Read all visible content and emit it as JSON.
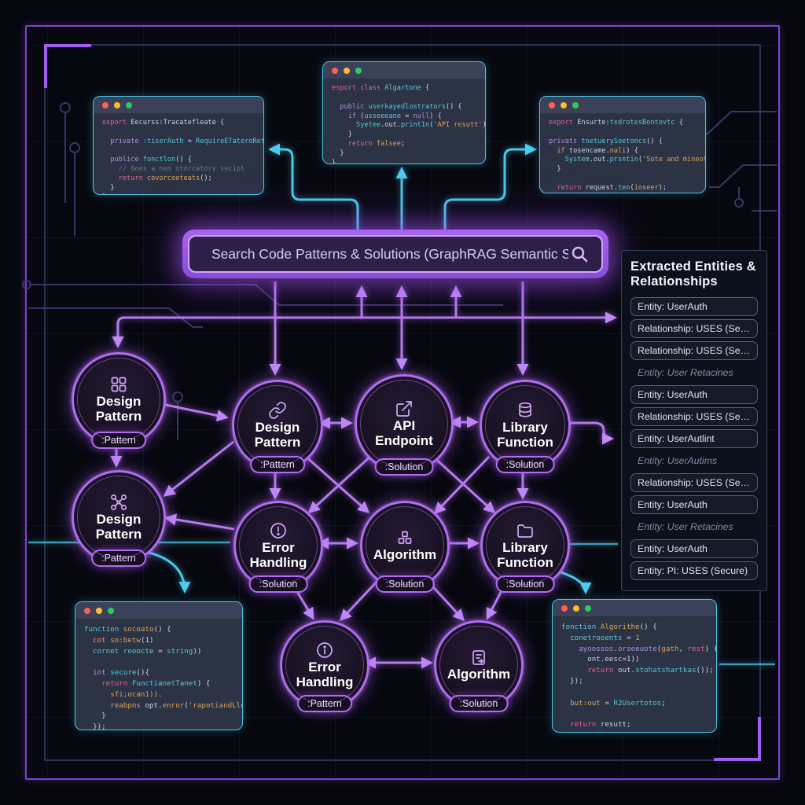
{
  "colors": {
    "accent_purple": "#a855f7",
    "accent_cyan": "#49c7e8",
    "node_ring": "#b16cf2",
    "search_glow": "#8a4cd8"
  },
  "search": {
    "placeholder": "Search Code Patterns & Solutions (GraphRAG Semantic Search)...",
    "icon": "search"
  },
  "panel": {
    "title": "Extracted Entities & Relationships",
    "items": [
      {
        "label": "Entity: UserAuth",
        "boxed": true
      },
      {
        "label": "Relationship: USES (Secure)",
        "boxed": true
      },
      {
        "label": "Relationship: USES (Secure)",
        "boxed": true
      },
      {
        "label": "Entity: User Retacines",
        "boxed": false
      },
      {
        "label": "Entity: UserAuth",
        "boxed": true
      },
      {
        "label": "Relationship: USES (Secure)",
        "boxed": true
      },
      {
        "label": "Entity: UserAutlint",
        "boxed": true
      },
      {
        "label": "Entity: UserAutims",
        "boxed": false
      },
      {
        "label": "Relationship: USES (Secure)",
        "boxed": true
      },
      {
        "label": "Entity: UserAuth",
        "boxed": true
      },
      {
        "label": "Entity: User Retacines",
        "boxed": false
      },
      {
        "label": "Entity: UserAuth",
        "boxed": true
      },
      {
        "label": "Entity: PI: USES (Secure)",
        "boxed": true
      }
    ]
  },
  "nodes": [
    {
      "id": "dp1",
      "label": "Design Pattern",
      "badge": ":Pattern",
      "icon": "grid"
    },
    {
      "id": "dp2",
      "label": "Design Pattern",
      "badge": ":Pattern",
      "icon": "network"
    },
    {
      "id": "dp3",
      "label": "Design Pattern",
      "badge": ":Pattern",
      "icon": "chain-link"
    },
    {
      "id": "api",
      "label": "API Endpoint",
      "badge": ":Solution",
      "icon": "external-link"
    },
    {
      "id": "lf1",
      "label": "Library Function",
      "badge": ":Solution",
      "icon": "database"
    },
    {
      "id": "eh1",
      "label": "Error Handling",
      "badge": ":Solution",
      "icon": "alert-circle"
    },
    {
      "id": "alg1",
      "label": "Algorithm",
      "badge": ":Solution",
      "icon": "cubes"
    },
    {
      "id": "lf2",
      "label": "Library Function",
      "badge": ":Solution",
      "icon": "folder"
    },
    {
      "id": "eh2",
      "label": "Error Handling",
      "badge": ":Pattern",
      "icon": "info-circle"
    },
    {
      "id": "alg2",
      "label": "Algorithm",
      "badge": ":Solution",
      "icon": "flowchart"
    }
  ],
  "code_windows": {
    "top_left": {
      "lines": [
        [
          [
            "k",
            "export "
          ],
          [
            "w",
            "Eecurss:Tracatefleate {"
          ]
        ],
        [],
        [
          [
            "w",
            "  "
          ],
          [
            "p",
            "private "
          ],
          [
            "f",
            ":tiserAuth"
          ],
          [
            "w",
            " = "
          ],
          [
            "f",
            "RequireETateroRetBy"
          ],
          [
            "w",
            ";"
          ]
        ],
        [],
        [
          [
            "w",
            "  "
          ],
          [
            "p",
            "publice "
          ],
          [
            "f",
            "fonctlon"
          ],
          [
            "w",
            "() {"
          ]
        ],
        [
          [
            "c",
            "    // 6oes a nen otorcatorv secipt"
          ]
        ],
        [
          [
            "w",
            "    "
          ],
          [
            "k",
            "return "
          ],
          [
            "o",
            "covorceeteats"
          ],
          [
            "w",
            "();"
          ]
        ],
        [
          [
            "w",
            "  }"
          ]
        ],
        [
          [
            "w",
            "}"
          ]
        ]
      ]
    },
    "top_center": {
      "lines": [
        [
          [
            "k",
            "esport class "
          ],
          [
            "f",
            "Algartone"
          ],
          [
            "w",
            " {"
          ]
        ],
        [],
        [
          [
            "w",
            "  "
          ],
          [
            "p",
            "public "
          ],
          [
            "f",
            "userkayedlostrators"
          ],
          [
            "w",
            "() {"
          ]
        ],
        [
          [
            "w",
            "    "
          ],
          [
            "p",
            "if "
          ],
          [
            "w",
            "("
          ],
          [
            "f",
            "usseeeane"
          ],
          [
            "w",
            " = "
          ],
          [
            "p",
            "null"
          ],
          [
            "w",
            ") {"
          ]
        ],
        [
          [
            "w",
            "      "
          ],
          [
            "f",
            "Syetee"
          ],
          [
            "w",
            ".out."
          ],
          [
            "f",
            "print1n"
          ],
          [
            "w",
            "("
          ],
          [
            "s",
            "'API resutt'"
          ],
          [
            "w",
            ");"
          ]
        ],
        [
          [
            "w",
            "    }"
          ]
        ],
        [
          [
            "w",
            "    "
          ],
          [
            "k",
            "return "
          ],
          [
            "o",
            "falsee"
          ],
          [
            "w",
            ";"
          ]
        ],
        [
          [
            "w",
            "  }"
          ]
        ],
        [
          [
            "w",
            "}"
          ]
        ]
      ]
    },
    "top_right": {
      "lines": [
        [
          [
            "k",
            "export "
          ],
          [
            "w",
            "Ensurte:"
          ],
          [
            "f",
            "txdrotesBontovtc"
          ],
          [
            "w",
            " {"
          ]
        ],
        [],
        [
          [
            "p",
            "privats "
          ],
          [
            "f",
            "tnetuerySoetoncs"
          ],
          [
            "w",
            "() {"
          ]
        ],
        [
          [
            "w",
            "  "
          ],
          [
            "o",
            "if "
          ],
          [
            "w",
            "tosencame."
          ],
          [
            "o",
            "nali"
          ],
          [
            "w",
            ") {"
          ]
        ],
        [
          [
            "w",
            "    "
          ],
          [
            "f",
            "System"
          ],
          [
            "w",
            ".out."
          ],
          [
            "f",
            "prsntin"
          ],
          [
            "w",
            "("
          ],
          [
            "s",
            "'Sote and mineot'"
          ],
          [
            "w",
            ");"
          ]
        ],
        [
          [
            "w",
            "  }"
          ]
        ],
        [],
        [
          [
            "w",
            "  "
          ],
          [
            "k",
            "return "
          ],
          [
            "w",
            "request."
          ],
          [
            "f",
            "teo"
          ],
          [
            "w",
            "("
          ],
          [
            "o",
            "ioseer"
          ],
          [
            "w",
            ");"
          ]
        ],
        [
          [
            "w",
            "}"
          ]
        ]
      ]
    },
    "bottom_left": {
      "lines": [
        [
          [
            "f",
            "function "
          ],
          [
            "o",
            "socoato"
          ],
          [
            "w",
            "() {"
          ]
        ],
        [
          [
            "w",
            "  "
          ],
          [
            "o",
            "cot so:betw"
          ],
          [
            "w",
            "(1)"
          ]
        ],
        [
          [
            "w",
            "  "
          ],
          [
            "f",
            "cornet reoocte"
          ],
          [
            "w",
            " = "
          ],
          [
            "f",
            "string"
          ],
          [
            "w",
            "))"
          ]
        ],
        [],
        [
          [
            "w",
            "  "
          ],
          [
            "p",
            "int "
          ],
          [
            "f",
            "secure"
          ],
          [
            "w",
            "(){"
          ]
        ],
        [
          [
            "w",
            "    "
          ],
          [
            "k",
            "return "
          ],
          [
            "f",
            "FunctianetTanet"
          ],
          [
            "w",
            ") {"
          ]
        ],
        [
          [
            "w",
            "      "
          ],
          [
            "o",
            "sfi;ocan1))."
          ]
        ],
        [
          [
            "w",
            "      "
          ],
          [
            "o",
            "reabpns "
          ],
          [
            "w",
            "opt."
          ],
          [
            "o",
            "enror"
          ],
          [
            "w",
            "("
          ],
          [
            "s",
            "'rapotiandLld'"
          ],
          [
            "w",
            ");"
          ]
        ],
        [
          [
            "w",
            "    }"
          ]
        ],
        [
          [
            "w",
            "  });"
          ]
        ],
        [
          [
            "w",
            "}"
          ]
        ]
      ]
    },
    "bottom_right": {
      "lines": [
        [
          [
            "f",
            "fonction "
          ],
          [
            "o",
            "Algorithe"
          ],
          [
            "w",
            "() {"
          ]
        ],
        [
          [
            "w",
            "  "
          ],
          [
            "f",
            "conetrooents"
          ],
          [
            "w",
            " = "
          ],
          [
            "o",
            "1"
          ]
        ],
        [
          [
            "w",
            "    "
          ],
          [
            "p",
            "ayoossos"
          ],
          [
            "w",
            "."
          ],
          [
            "p",
            "orseeuote"
          ],
          [
            "w",
            "("
          ],
          [
            "o",
            "gath"
          ],
          [
            "w",
            ", "
          ],
          [
            "k",
            "rest"
          ],
          [
            "w",
            ") {"
          ]
        ],
        [
          [
            "w",
            "      ont.eesc=1))"
          ]
        ],
        [
          [
            "w",
            "      "
          ],
          [
            "k",
            "return "
          ],
          [
            "w",
            "out."
          ],
          [
            "f",
            "stohatshartkas"
          ],
          [
            "w",
            "());"
          ]
        ],
        [
          [
            "w",
            "  });"
          ]
        ],
        [],
        [
          [
            "w",
            "  "
          ],
          [
            "o",
            "but:out"
          ],
          [
            "w",
            " = "
          ],
          [
            "f",
            "R2Usertotos"
          ],
          [
            "w",
            ";"
          ]
        ],
        [],
        [
          [
            "w",
            "  "
          ],
          [
            "k",
            "return "
          ],
          [
            "w",
            "resutt;"
          ]
        ],
        [
          [
            "w",
            "}"
          ]
        ]
      ]
    }
  }
}
